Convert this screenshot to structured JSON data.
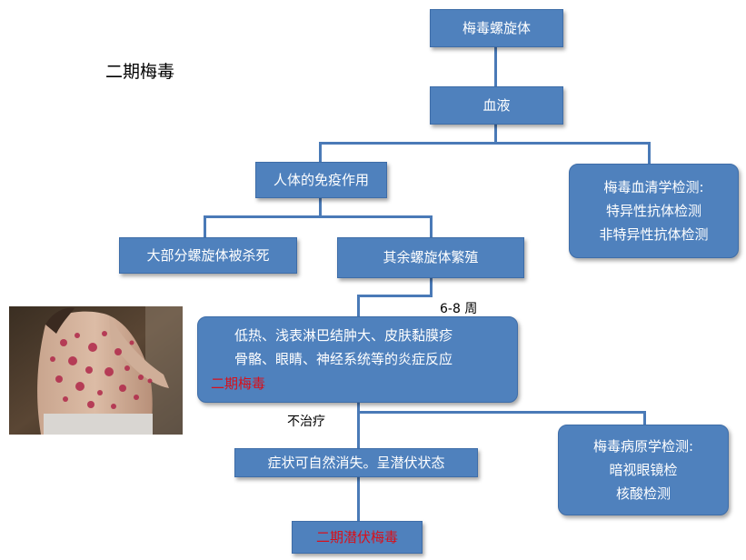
{
  "title": "二期梅毒",
  "nodes": {
    "treponema": "梅毒螺旋体",
    "blood": "血液",
    "immune": "人体的免疫作用",
    "serology": {
      "line1": "梅毒血清学检测:",
      "line2": "特异性抗体检测",
      "line3": "非特异性抗体检测"
    },
    "killed": "大部分螺旋体被杀死",
    "proliferate": "其余螺旋体繁殖",
    "symptoms": {
      "line1": "低热、浅表淋巴结肿大、皮肤黏膜疹",
      "line2": "骨骼、眼睛、神经系统等的炎症反应",
      "line3": "二期梅毒"
    },
    "disappear": "症状可自然消失。呈潜伏状态",
    "pathogen": {
      "line1": "梅毒病原学检测:",
      "line2": "暗视眼镜检",
      "line3": "核酸检测"
    },
    "latent": "二期潜伏梅毒"
  },
  "edge_labels": {
    "weeks": "6-8 周",
    "untreated": "不治疗"
  },
  "colors": {
    "box_fill": "#4f81bd",
    "connector": "#4a7ab7",
    "highlight_red": "#d8101a"
  }
}
